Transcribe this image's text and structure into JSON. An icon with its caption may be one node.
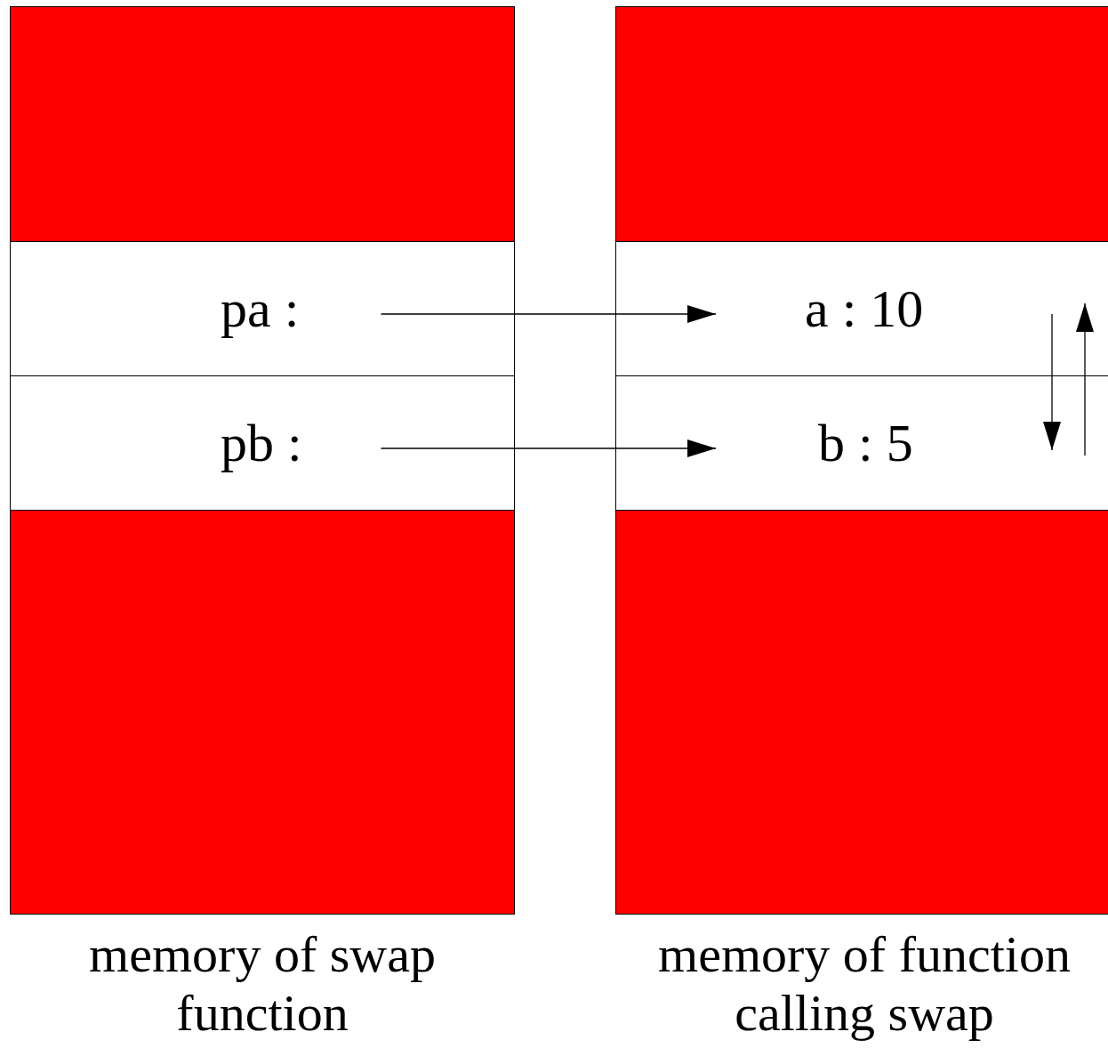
{
  "diagram": {
    "nodes": [
      {
        "text": [
          "memory of swap function"
        ]
      },
      {
        "text": [],
        "shape": "box",
        "in": 0
      },
      {
        "text": [
          "pa :"
        ],
        "in": 0
      },
      {
        "text": [
          "pb :"
        ],
        "in": 0
      },
      {
        "text": [],
        "shape": "box",
        "in": 0
      },
      {
        "text": [
          "memory of function calling swap"
        ]
      },
      {
        "text": [],
        "shape": "box",
        "in": 5
      },
      {
        "text": [
          "a : 10"
        ],
        "in": 5
      },
      {
        "text": [
          "b : 5"
        ],
        "in": 5
      },
      {
        "text": [],
        "shape": "box",
        "in": 5
      }
    ],
    "edges": [
      {
        "from": 2,
        "to": 7,
        "arrow": "to"
      },
      {
        "from": 3,
        "to": 8,
        "arrow": "to"
      },
      {
        "from": 7,
        "to": 8,
        "arrow": "to"
      },
      {
        "from": 8,
        "to": 7,
        "arrow": "to"
      }
    ]
  }
}
